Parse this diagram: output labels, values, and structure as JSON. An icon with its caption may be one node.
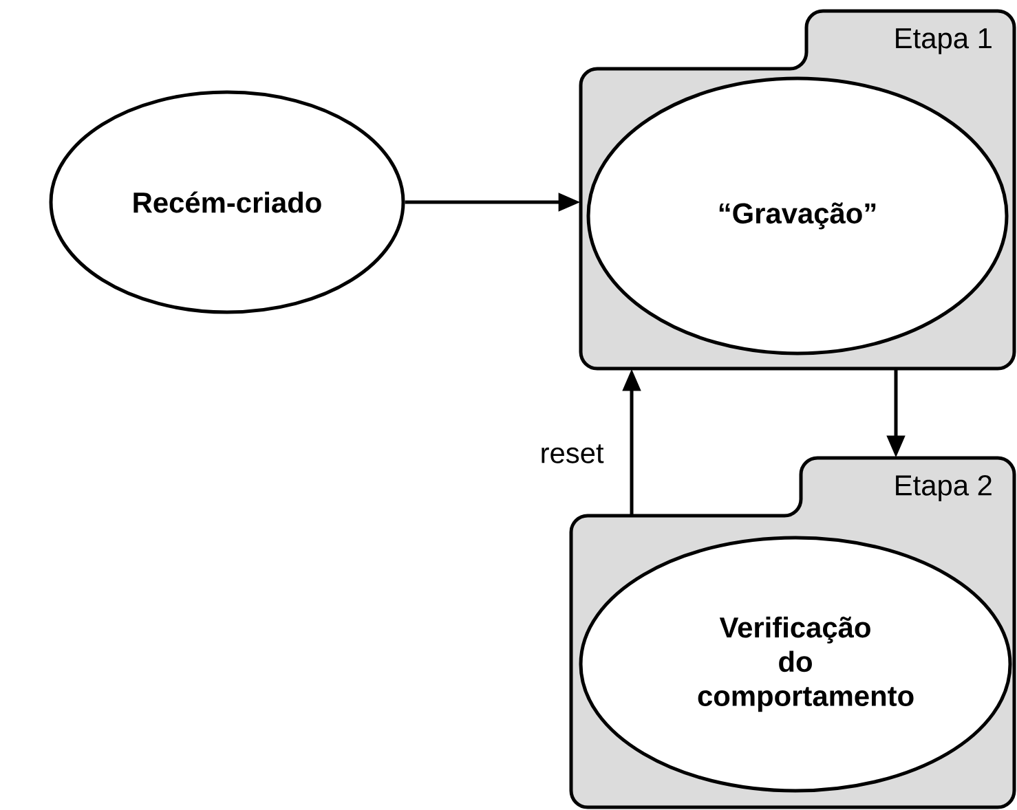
{
  "diagram": {
    "nodes": [
      {
        "text": [
          "Recém-criado"
        ]
      },
      {
        "text": [
          "Etapa 1"
        ]
      },
      {
        "text": [
          "“Gravação”"
        ],
        "in": 1
      },
      {
        "text": [
          "Etapa 2"
        ]
      },
      {
        "text": [
          "Verificação do comportamento"
        ],
        "in": 3
      }
    ],
    "edges": [
      {
        "from": 0,
        "to": 1,
        "arrow": "to"
      },
      {
        "from": 1,
        "to": 3,
        "arrow": "to"
      },
      {
        "from": 3,
        "to": 1,
        "arrow": "to",
        "label": "reset"
      }
    ]
  }
}
